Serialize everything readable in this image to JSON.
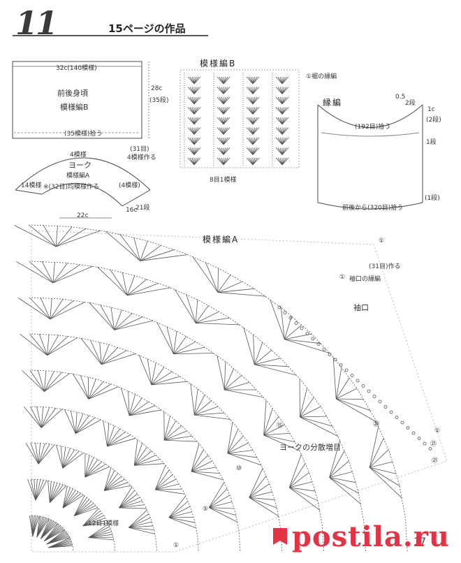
{
  "header": {
    "number": "11",
    "title": "15ページの作品"
  },
  "body_panel": {
    "width_top": "32c(140模様)",
    "name": "前後身頃",
    "pattern": "模様編B",
    "height_cm": "28c",
    "height_rows": "(35段)",
    "pickup_bottom": "(35模様)拾う",
    "step_note": "(31目)",
    "step_note2": "4模様作る"
  },
  "yoke": {
    "top_rep": "4模様",
    "name": "ヨーク",
    "pattern": "模様編A",
    "increase_note": "(4模様)",
    "dist_note": "※(32目)均模様作る",
    "bottom_width": "22c",
    "side_cm": "16c",
    "side_rows": "21段",
    "left_label": "14模様"
  },
  "pattern_b": {
    "title": "模様編B",
    "edge_note": "①裾の縁編",
    "repeat_note": "8目1模様"
  },
  "edging": {
    "title": "縁編",
    "neck_rows": "2段",
    "neck_num": "0.5",
    "neck_pickup": "(192目)拾う",
    "side_cm": "1c",
    "side_rows": "(2段)",
    "side_rows2": "1段",
    "hem_pickup": "前後から(320目)拾う",
    "hem_rows": "(1段)"
  },
  "pattern_a": {
    "title": "模様編A",
    "sleeve_edge": "袖口の縁編",
    "make_note": "(31目)作る",
    "sleeve": "袖口",
    "yoke_increase": "ヨークの分散増目",
    "repeat_note": "12目1模様",
    "marker_1": "①",
    "marker_5": "⑤",
    "marker_10": "⑩",
    "marker_15": "⑮",
    "marker_20": "⑳",
    "marker_21": "㉑"
  },
  "page_number": "17",
  "watermark": "postila.ru",
  "colors": {
    "ink": "#3a3a3a",
    "accent": "#e23445"
  }
}
